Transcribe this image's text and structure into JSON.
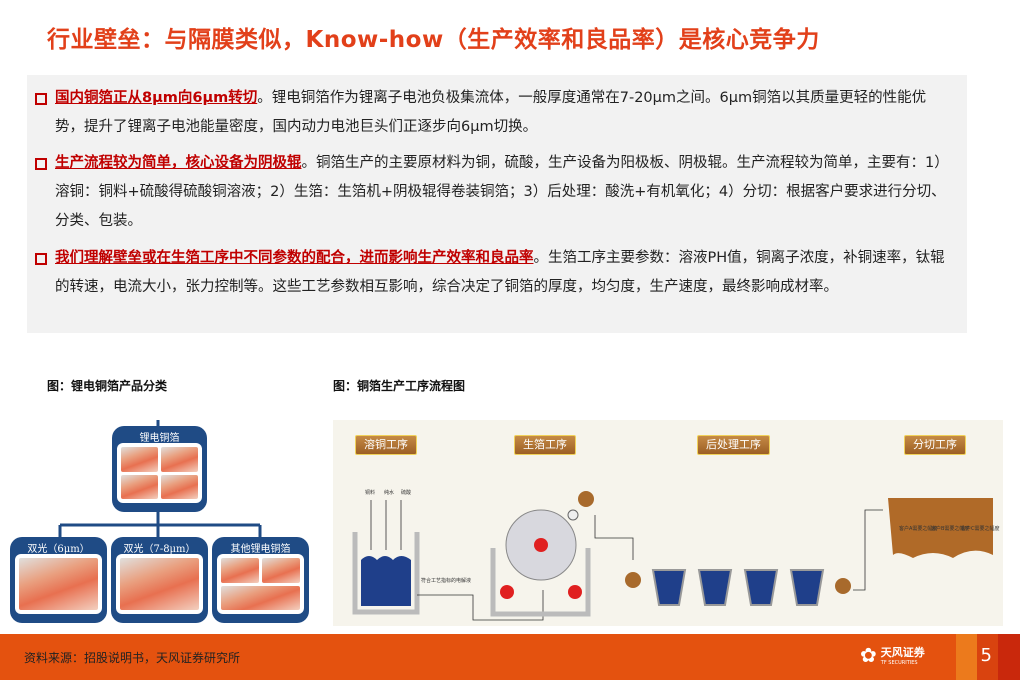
{
  "title": "行业壁垒：与隔膜类似，Know-how（生产效率和良品率）是核心竞争力",
  "bullets": [
    {
      "highlight": "国内铜箔正从8μm向6μm转切",
      "text": "。锂电铜箔作为锂离子电池负极集流体，一般厚度通常在7-20μm之间。6μm铜箔以其质量更轻的性能优势，提升了锂离子电池能量密度，国内动力电池巨头们正逐步向6μm切换。"
    },
    {
      "highlight": "生产流程较为简单，核心设备为阴极辊",
      "text": "。铜箔生产的主要原材料为铜，硫酸，生产设备为阳极板、阴极辊。生产流程较为简单，主要有：1）溶铜：铜料+硫酸得硫酸铜溶液；2）生箔：生箔机+阴极辊得卷装铜箔；3）后处理：酸洗+有机氧化；4）分切：根据客户要求进行分切、分类、包装。"
    },
    {
      "highlight": "我们理解壁垒或在生箔工序中不同参数的配合，进而影响生产效率和良品率",
      "text": "。生箔工序主要参数：溶液PH值，铜离子浓度，补铜速率，钛辊的转速，电流大小，张力控制等。这些工艺参数相互影响，综合决定了铜箔的厚度，均匀度，生产速度，最终影响成材率。"
    }
  ],
  "figure_left": {
    "caption": "图：锂电铜箔产品分类",
    "root": "锂电铜箔",
    "children": [
      "双光（6μm）",
      "双光（7-8μm）",
      "其他锂电铜箔"
    ]
  },
  "figure_right": {
    "caption": "图：铜箔生产工序流程图",
    "stages": [
      "溶铜工序",
      "生箔工序",
      "后处理工序",
      "分切工序"
    ],
    "inputs": [
      "铜料",
      "纯水",
      "硫酸"
    ],
    "electrolyte_label": "符合工艺指标的电解液",
    "width_labels": [
      "客户A需要之幅度",
      "客户B需要之幅度",
      "客户C需要之幅度"
    ]
  },
  "footer": {
    "source": "资料来源：招股说明书，天风证券研究所",
    "logo_name": "天风证券",
    "logo_sub": "TF SECURITIES",
    "page": "5"
  },
  "colors": {
    "accent": "#e2401a",
    "highlight": "#c00000",
    "footer": "#e4520f",
    "node": "#1f4b85"
  }
}
